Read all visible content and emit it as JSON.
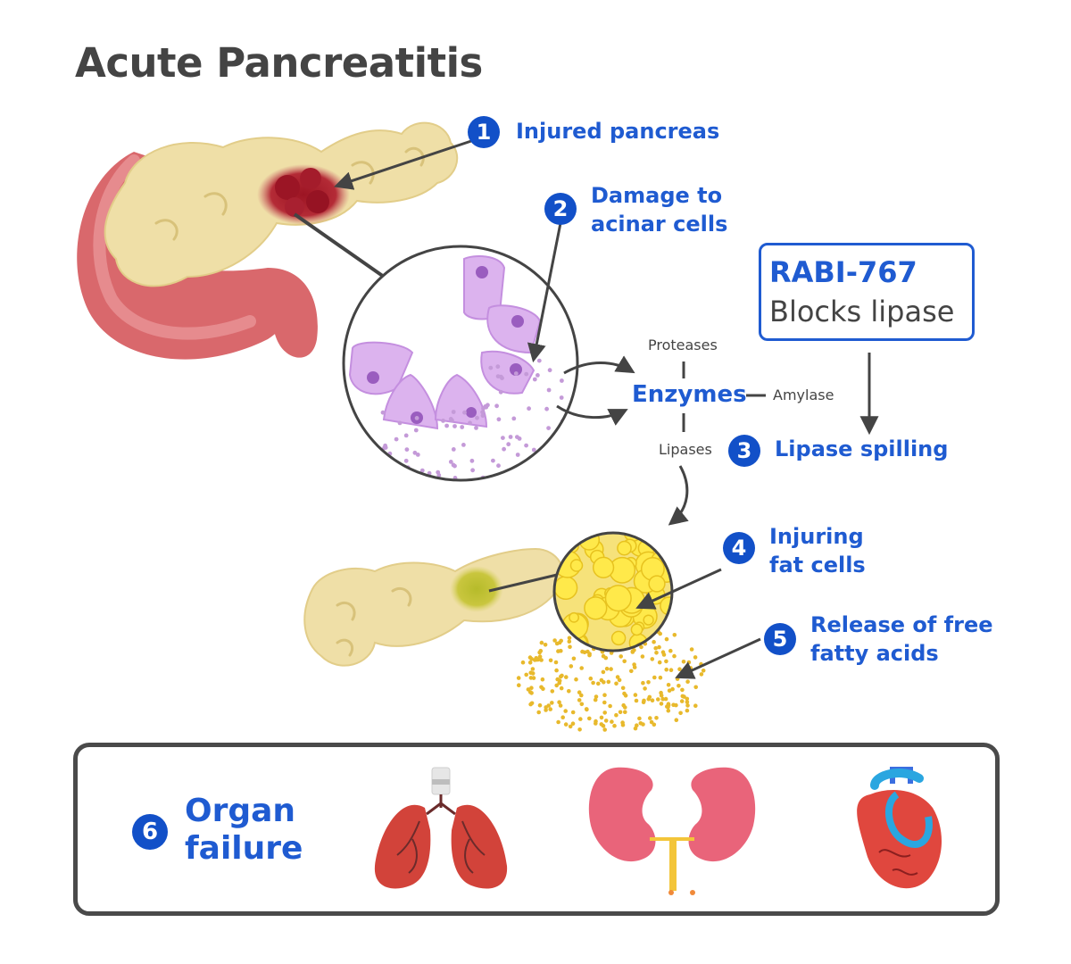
{
  "title": "Acute Pancreatitis",
  "steps": [
    {
      "num": "1",
      "line1": "Injured pancreas",
      "line2": ""
    },
    {
      "num": "2",
      "line1": "Damage to",
      "line2": "acinar cells"
    },
    {
      "num": "3",
      "line1": "Lipase spilling",
      "line2": ""
    },
    {
      "num": "4",
      "line1": "Injuring",
      "line2": "fat cells"
    },
    {
      "num": "5",
      "line1": "Release of free",
      "line2": "fatty acids"
    },
    {
      "num": "6",
      "line1": "Organ",
      "line2": "failure"
    }
  ],
  "enzymes": {
    "center": "Enzymes",
    "top": "Proteases",
    "right": "Amylase",
    "bottom": "Lipases"
  },
  "drug": {
    "name": "RABI-767",
    "action": "Blocks lipase"
  },
  "organs": [
    "lungs-icon",
    "kidneys-icon",
    "heart-icon"
  ],
  "colors": {
    "accent": "#1f5bd1",
    "badge": "#1250c8",
    "pancreas": "#efdfa7",
    "injury": "#a3202f",
    "duodenum": "#d9686c",
    "acinar": "#dcb3ee",
    "fat": "#f5d630",
    "lungs": "#d2433a",
    "kidney": "#e9647a",
    "heart": "#e0473e"
  }
}
